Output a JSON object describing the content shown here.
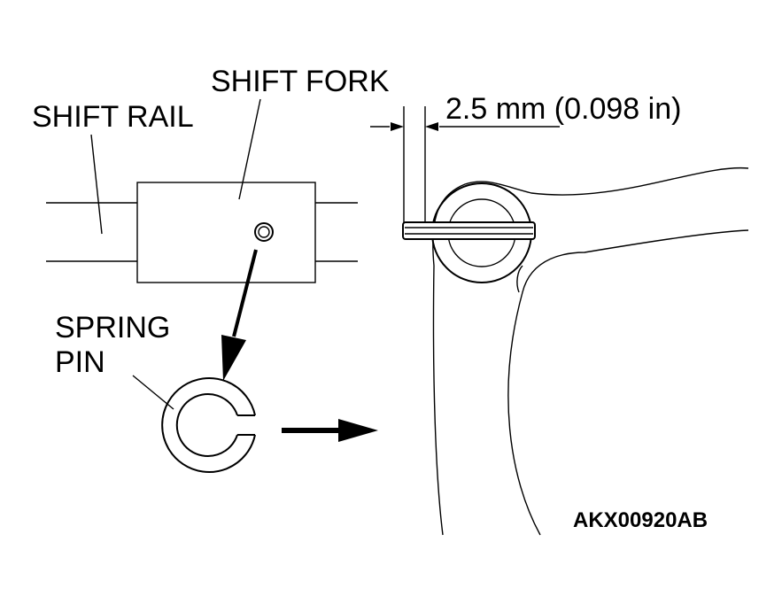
{
  "labels": {
    "shift_rail": "SHIFT RAIL",
    "shift_fork": "SHIFT FORK",
    "spring_pin_line1": "SPRING",
    "spring_pin_line2": "PIN",
    "dimension": "2.5 mm (0.098 in)",
    "figure_code": "AKX00920AB"
  }
}
